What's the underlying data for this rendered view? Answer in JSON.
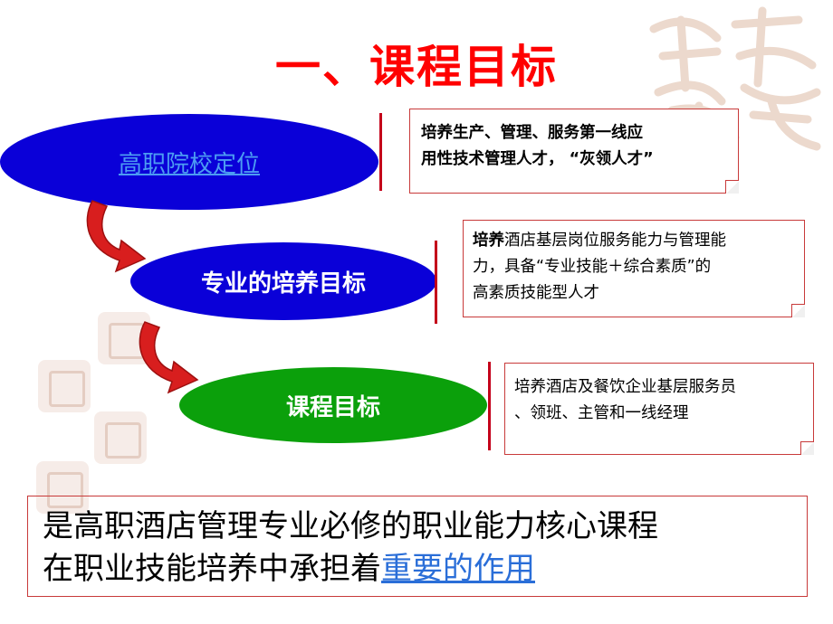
{
  "title": "一、课程目标",
  "levels": [
    {
      "label": "高职院校定位",
      "note_lines": [
        "培养生产、管理、服务第一线应",
        "用性技术管理人才，   “灰领人才”"
      ]
    },
    {
      "label": "专业的培养目标",
      "note_bold": "培养",
      "note_lines": [
        "酒店基层岗位服务能力与管理能",
        "力，具备“专业技能＋综合素质”的",
        "高素质技能型人才"
      ]
    },
    {
      "label": "课程目标",
      "note_lines": [
        "培养酒店及餐饮企业基层服务员",
        "、领班、主管和一线经理"
      ]
    }
  ],
  "summary": {
    "line1": "是高职酒店管理专业必修的职业能力核心课程",
    "line2_prefix": "在职业技能培养中承担着",
    "line2_link": "重要的作用"
  },
  "colors": {
    "title": "#ff0000",
    "ellipse_blue": "#0a00d8",
    "ellipse_green": "#0ba00b",
    "arrow": "#d81e1e",
    "border": "#c83a3a"
  },
  "icons": [
    "curved-arrow-icon",
    "decorative-seal-icon"
  ]
}
